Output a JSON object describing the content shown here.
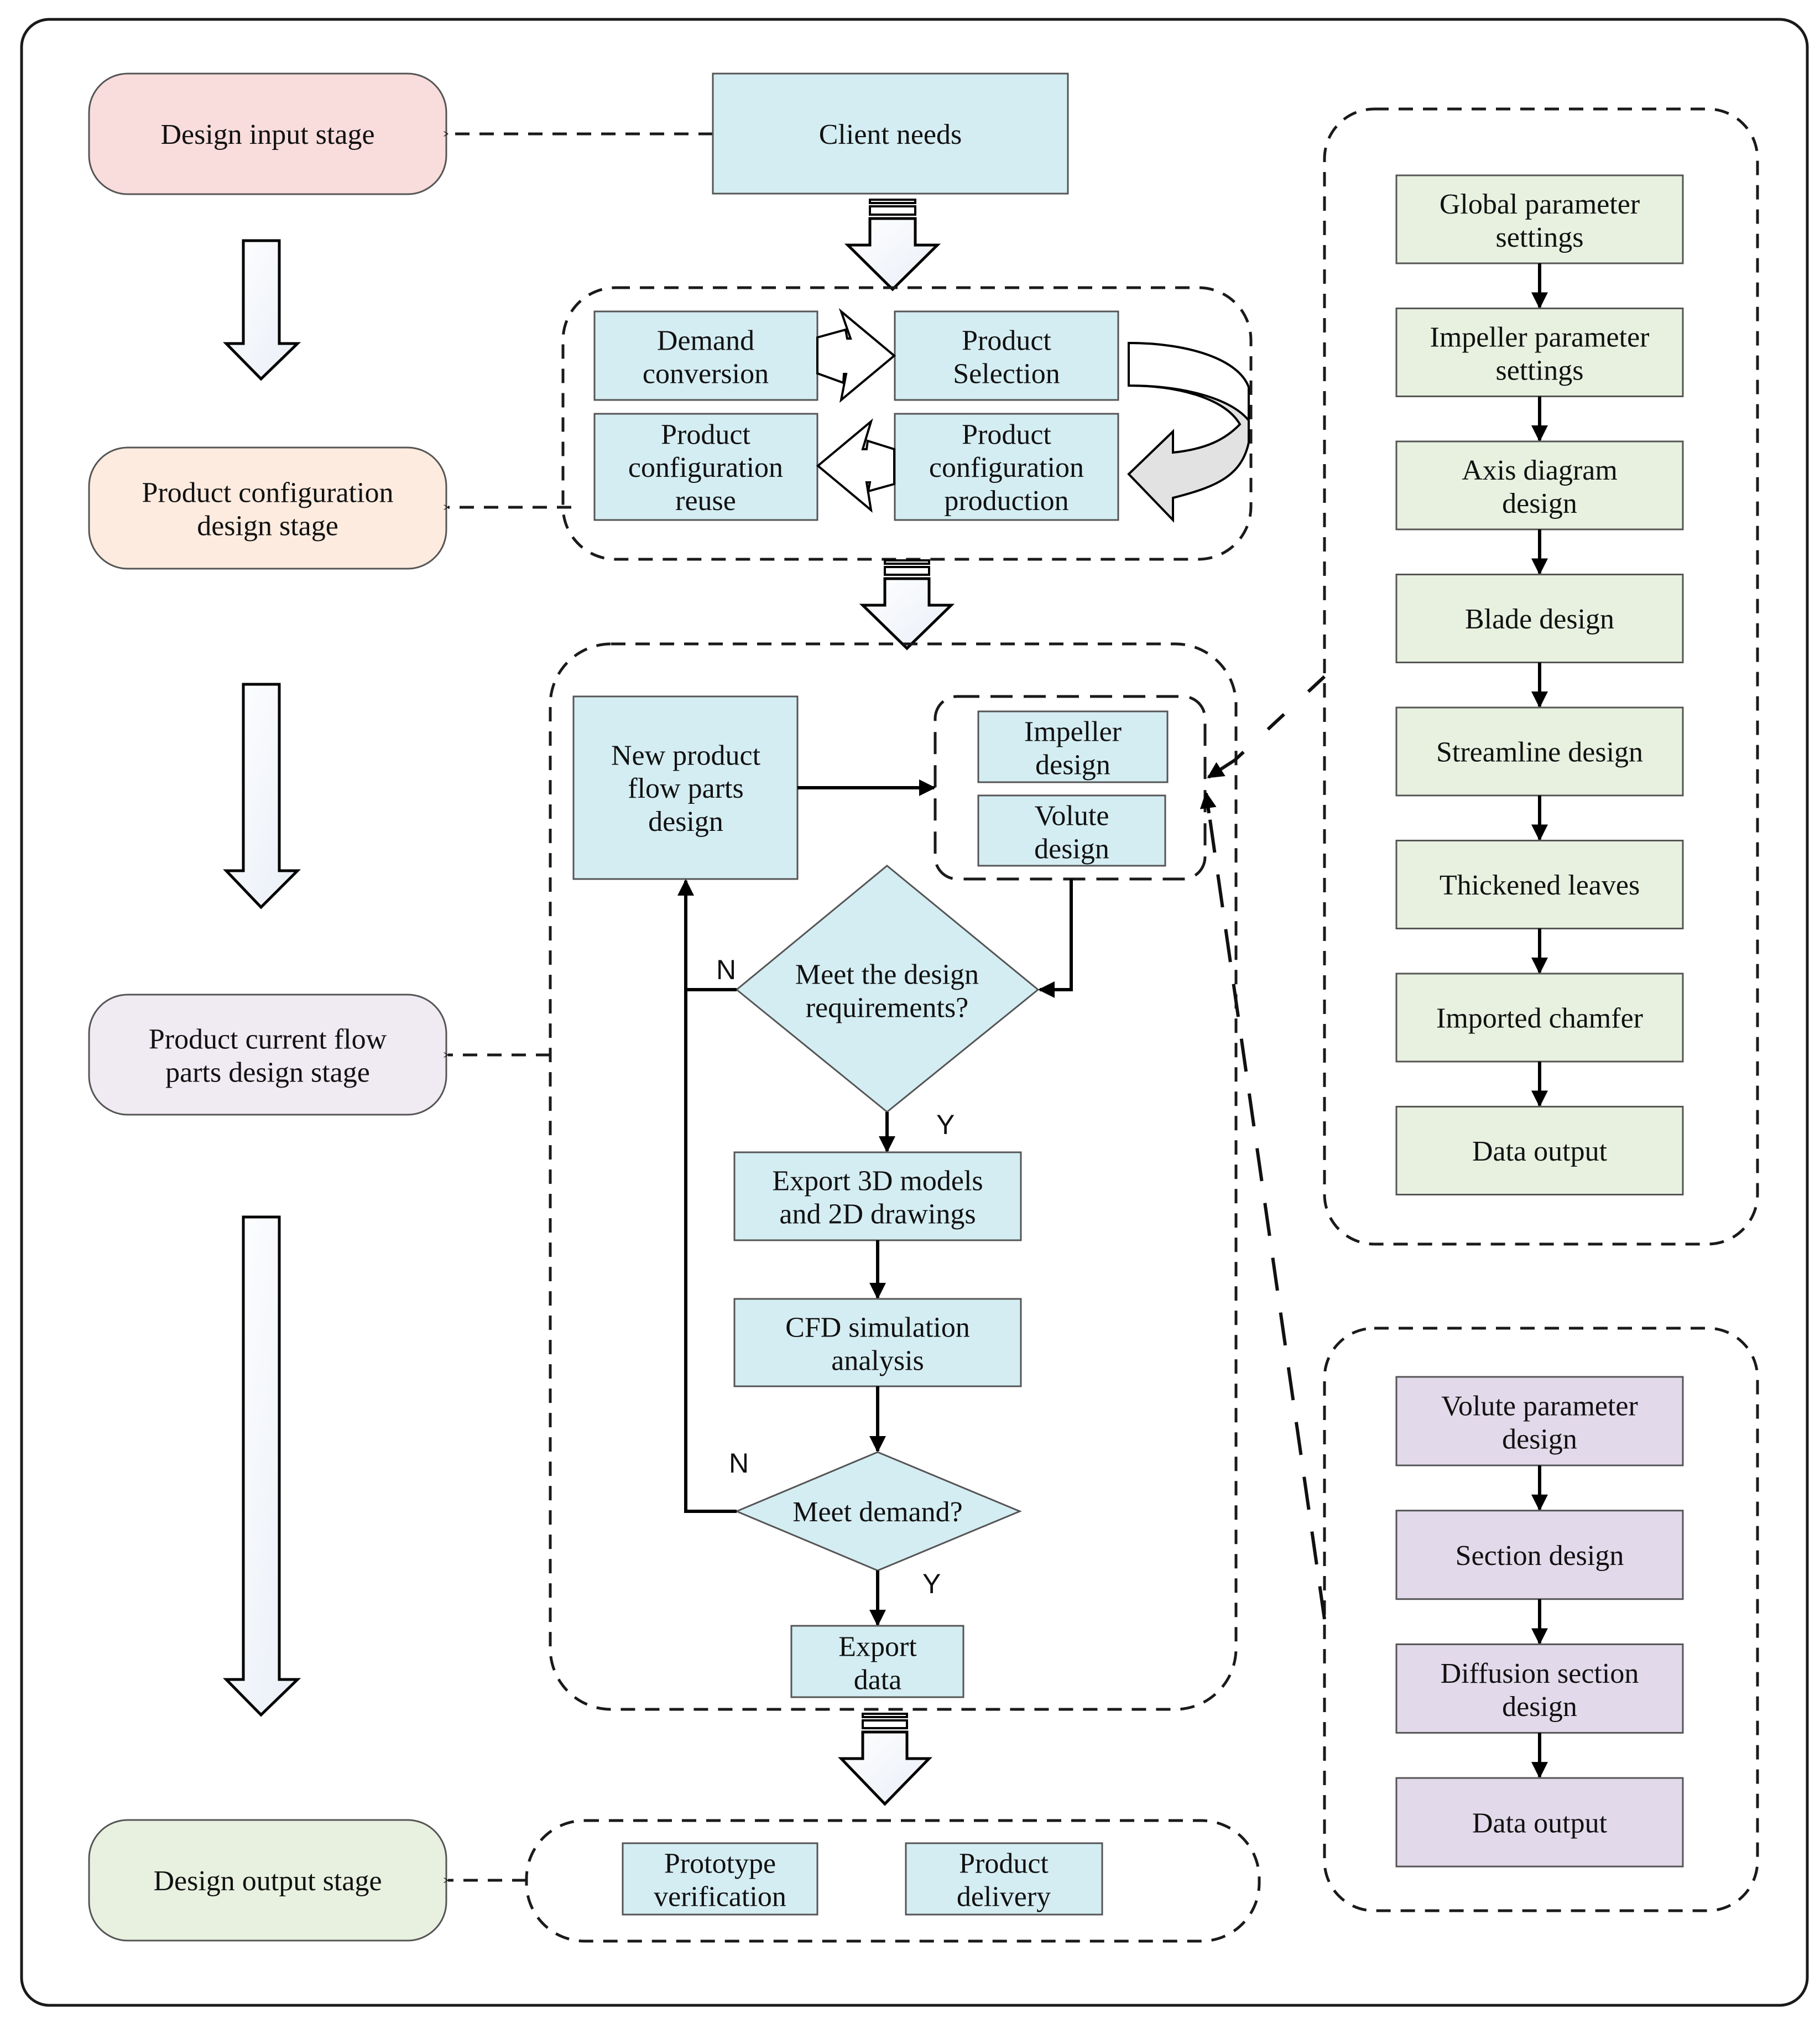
{
  "colors": {
    "stage_input": "#f9dcdc",
    "stage_config": "#fdebdf",
    "stage_flow": "#f0eaf2",
    "stage_output": "#e8f1e0",
    "process_blue": "#d4edf3",
    "impeller_green": "#e8f1e0",
    "volute_purple": "#e2d9ea",
    "curved_arrow_fill": "#e2e2e2"
  },
  "stages": [
    {
      "id": "input",
      "lines": [
        "Design input stage"
      ]
    },
    {
      "id": "config",
      "lines": [
        "Product configuration",
        "design stage"
      ]
    },
    {
      "id": "flow",
      "lines": [
        "Product current flow",
        "parts design stage"
      ]
    },
    {
      "id": "output",
      "lines": [
        "Design output stage"
      ]
    }
  ],
  "client_needs": {
    "lines": [
      "Client needs"
    ]
  },
  "configuration": {
    "demand_conversion": {
      "lines": [
        "Demand",
        "conversion"
      ]
    },
    "product_selection": {
      "lines": [
        "Product",
        "Selection"
      ]
    },
    "config_reuse": {
      "lines": [
        "Product",
        "configuration",
        "reuse"
      ]
    },
    "config_production": {
      "lines": [
        "Product",
        "configuration",
        "production"
      ]
    }
  },
  "flow_parts": {
    "new_product": {
      "lines": [
        "New product",
        "flow parts",
        "design"
      ]
    },
    "impeller_design": {
      "lines": [
        "Impeller",
        "design"
      ]
    },
    "volute_design": {
      "lines": [
        "Volute",
        "design"
      ]
    },
    "decision_design": {
      "lines": [
        "Meet the design",
        "requirements?"
      ],
      "no_label": "N",
      "yes_label": "Y"
    },
    "export_models": {
      "lines": [
        "Export 3D models",
        "and 2D drawings"
      ]
    },
    "cfd": {
      "lines": [
        "CFD simulation",
        "analysis"
      ]
    },
    "decision_demand": {
      "lines": [
        "Meet demand?"
      ],
      "no_label": "N",
      "yes_label": "Y"
    },
    "export_data": {
      "lines": [
        "Export",
        "data"
      ]
    }
  },
  "output": {
    "prototype": {
      "lines": [
        "Prototype",
        "verification"
      ]
    },
    "delivery": {
      "lines": [
        "Product",
        "delivery"
      ]
    }
  },
  "impeller_steps": [
    {
      "lines": [
        "Global parameter",
        "settings"
      ]
    },
    {
      "lines": [
        "Impeller parameter",
        "settings"
      ]
    },
    {
      "lines": [
        "Axis diagram",
        "design"
      ]
    },
    {
      "lines": [
        "Blade design"
      ]
    },
    {
      "lines": [
        "Streamline design"
      ]
    },
    {
      "lines": [
        "Thickened leaves"
      ]
    },
    {
      "lines": [
        "Imported chamfer"
      ]
    },
    {
      "lines": [
        "Data output"
      ]
    }
  ],
  "volute_steps": [
    {
      "lines": [
        "Volute parameter",
        "design"
      ]
    },
    {
      "lines": [
        "Section design"
      ]
    },
    {
      "lines": [
        "Diffusion section",
        "design"
      ]
    },
    {
      "lines": [
        "Data output"
      ]
    }
  ]
}
